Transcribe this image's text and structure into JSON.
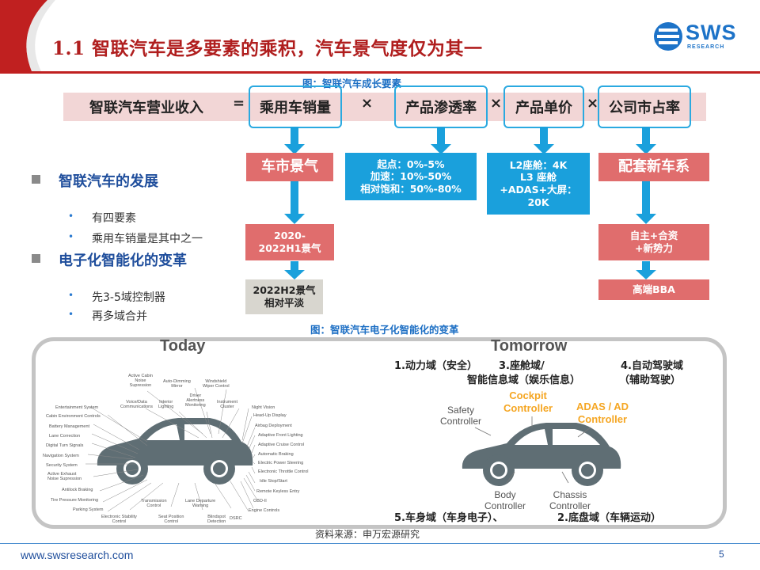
{
  "header": {
    "title": "1.1 智联汽车是多要素的乘积，汽车景气度仅为其一",
    "logo_text": "SWS",
    "logo_sub": "RESEARCH"
  },
  "figure1": {
    "caption": "图：智联汽车成长要素",
    "formula": {
      "lhs": "智联汽车营业收入",
      "equals": "=",
      "terms": [
        "乘用车销量",
        "产品渗透率",
        "产品单价",
        "公司市占率"
      ],
      "times": "×"
    },
    "col1": {
      "box1": "车市景气",
      "box2": "2020-\n2022H1景气",
      "box3": "2022H2景气\n相对平淡"
    },
    "col2": [
      "起点：0%-5%",
      "加速：10%-50%",
      "相对饱和：50%-80%"
    ],
    "col3": [
      "L2座舱：4K",
      "L3 座舱",
      "+ADAS+大屏：",
      "20K"
    ],
    "col4": {
      "box1": "配套新车系",
      "box2": "自主+合资\n+新势力",
      "box3": "高端BBA"
    }
  },
  "bullets": [
    {
      "head": "智联汽车的发展",
      "items": [
        "有四要素",
        "乘用车销量是其中之一"
      ]
    },
    {
      "head": "电子化智能化的变革",
      "items": [
        "先3-5域控制器",
        "再多域合并"
      ]
    }
  ],
  "figure2": {
    "caption": "图：智联汽车电子化智能化的变革",
    "today": "Today",
    "tomorrow": "Tomorrow",
    "today_labels_top": [
      "Active Cabin\nNoise\nSupression",
      "Auto-Dimming\nMirror",
      "Windshield\nWiper Control",
      "Voice/Data\nCommunications",
      "Interior\nLighting",
      "Driver\nAlertness\nMonitoring",
      "Instrument\nCluster"
    ],
    "today_labels_left": [
      "Entertainment System",
      "Cabin Environment Controls",
      "Battery Management",
      "Lane Correction",
      "Digital Turn Signals",
      "Navigation System",
      "Security System",
      "Active Exhaust\nNoise Supression",
      "Antilock Braking",
      "Tire Pressure Monitoring",
      "Parking System"
    ],
    "today_labels_right": [
      "Night Vision",
      "Head-Up Display",
      "Airbag Deployment",
      "Adaptive Front Lighting",
      "Adaptive Cruise Control",
      "Automatic Braking",
      "Electric Power Steering",
      "Electronic Throttle Control",
      "Idle Stop/Start",
      "Remote Keyless Entry",
      "OBD-II",
      "Engine Controls"
    ],
    "today_labels_bottom": [
      "Electronic Stability\nControl",
      "Transmission\nControl",
      "Seat Position\nControl",
      "Lane Departure\nWarning",
      "Blindspot\nDetection",
      "DSRC"
    ],
    "domains": {
      "d1": "1.动力域（安全）",
      "d3a": "3.座舱域/",
      "d3b": "智能信息域（娱乐信息）",
      "d4a": "4.自动驾驶域",
      "d4b": "（辅助驾驶）",
      "d5": "5.车身域（车身电子）、",
      "d2": "2.底盘域（车辆运动）"
    },
    "controllers": {
      "safety": "Safety\nController",
      "cockpit": "Cockpit\nController",
      "adas": "ADAS / AD\nController",
      "body": "Body\nController",
      "chassis": "Chassis\nController"
    }
  },
  "footer": {
    "source": "资料来源：申万宏源研究",
    "url": "www.swsresearch.com",
    "page": "5"
  },
  "colors": {
    "title_red": "#b01e1e",
    "brand_blue": "#1d73c8",
    "box_red": "#e06d6d",
    "box_blue": "#1aa0dc",
    "highlight_border": "#2aa9e0",
    "orange": "#f5a623"
  }
}
